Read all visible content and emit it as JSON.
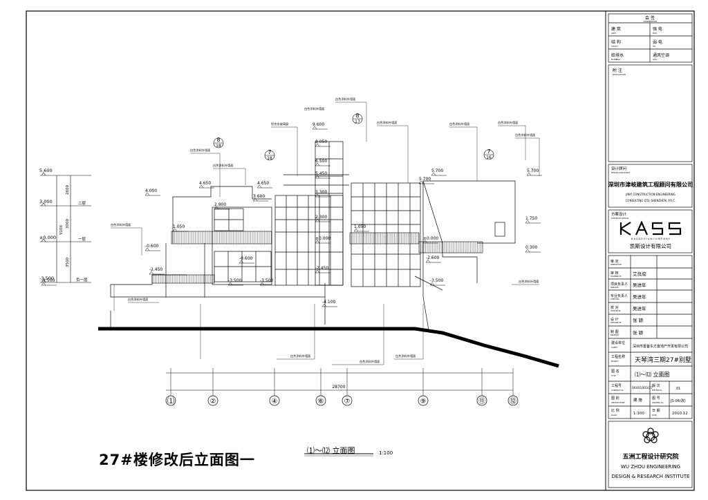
{
  "drawing": {
    "title": "27#楼修改后立面图一",
    "view_label": "⑴～⑿ 立面图",
    "view_scale": "1:100",
    "overall_dimension": "28700"
  },
  "left_levels": [
    {
      "label": "5.600"
    },
    {
      "label": "3.000"
    },
    {
      "label": "±0.000"
    },
    {
      "label": "-3.500"
    }
  ],
  "left_dims": [
    "2600",
    "3000",
    "3500",
    "9100"
  ],
  "left_floor_labels": [
    "二层",
    "一层",
    "负一层"
  ],
  "levels": [
    {
      "label": "9.600"
    },
    {
      "label": "8.050"
    },
    {
      "label": "6.500"
    },
    {
      "label": "5.450"
    },
    {
      "label": "5.700"
    },
    {
      "label": "5.700"
    },
    {
      "label": "5.700"
    },
    {
      "label": "4.650"
    },
    {
      "label": "4.650"
    },
    {
      "label": "4.000"
    },
    {
      "label": "3.600"
    },
    {
      "label": "3.300"
    },
    {
      "label": "2.900"
    },
    {
      "label": "2.300"
    },
    {
      "label": "1.050"
    },
    {
      "label": "1.050"
    },
    {
      "label": "1.750"
    },
    {
      "label": "±0.000"
    },
    {
      "label": "±0.000"
    },
    {
      "label": "-0.600"
    },
    {
      "label": "0.300"
    },
    {
      "label": "-0.600"
    },
    {
      "label": "-2.450"
    },
    {
      "label": "-2.450"
    },
    {
      "label": "-2.600"
    },
    {
      "label": "-3.500"
    },
    {
      "label": "-3.500"
    },
    {
      "label": "-3.500"
    },
    {
      "label": "-3.500"
    },
    {
      "label": "-4.100"
    }
  ],
  "annotations": {
    "paint": "白色涂料外墙面",
    "aluminum": "铝合金玻璃窗"
  },
  "section_marks": [
    {
      "num": "8",
      "sub": "18"
    },
    {
      "num": "7",
      "sub": "18"
    },
    {
      "num": "8",
      "sub": "17"
    },
    {
      "num": "7",
      "sub": "16"
    }
  ],
  "axes": [
    "⑴",
    "②",
    "④",
    "⑥",
    "⑦",
    "⑨",
    "⑪",
    "⑫"
  ],
  "title_block": {
    "countersign": {
      "title": "会 签",
      "title_en": "COORDINATION"
    },
    "sign_rows": [
      {
        "a": "建 筑",
        "a_en": "ARCH.",
        "b": "强 电",
        "b_en": "ELEC."
      },
      {
        "a": "结 构",
        "a_en": "STRUCT.",
        "b": "弱 电",
        "b_en": "TEL."
      },
      {
        "a": "给排水",
        "a_en": "PLUMBING",
        "b": "通风空调",
        "b_en": "HVAC"
      }
    ],
    "notes": {
      "title": "附 注",
      "title_en": "NOTE/CAPTION"
    },
    "consultant": {
      "label": "设计顾问",
      "label_en": "DESIGN CONSULTANT",
      "name": "深圳市津岐建筑工程顾问有限公司",
      "name_en1": "JINYI CONSTRUCTION ENGINEERING",
      "name_en2": "CONSULTING LTD. SHENZHEN, P.R.C."
    },
    "scheme": {
      "label": "方案设计",
      "label_en": "SCHEMATIC DESIGN",
      "company_en": "K A S  D E S I G N  C O M P A N Y",
      "company": "凯斯设计有限公司"
    },
    "approvals": [
      {
        "role": "审 定",
        "role_en": "APPROVED BY",
        "name": ""
      },
      {
        "role": "审 核",
        "role_en": "EXAMINED BY",
        "name": "艾良成"
      },
      {
        "role": "项目负责人",
        "role_en": "MANAGER",
        "name": "吴进年"
      },
      {
        "role": "专业负责人",
        "role_en": "CHIEF ENG.",
        "name": "吴进年"
      },
      {
        "role": "校 对",
        "role_en": "CHECKED BY",
        "name": "吴进年"
      },
      {
        "role": "设 计",
        "role_en": "DESIGNED BY",
        "name": "张 颖"
      },
      {
        "role": "制 图",
        "role_en": "DRAWN BY",
        "name": "张 颖"
      }
    ],
    "client": {
      "label": "建设单位",
      "label_en": "CLIENT",
      "value": "深圳市置备东方置地产开发有限公司"
    },
    "project": {
      "label": "工程名称",
      "label_en": "PROJECT",
      "value": "天琴湾三期27#别墅"
    },
    "drawing_name": {
      "label": "图 名",
      "label_en": "TITLE",
      "value": "⑴～⑿ 立面图"
    },
    "project_no": {
      "label": "工程号",
      "label_en": "CONTRACT No.",
      "value": "06401003/27"
    },
    "edition": {
      "label": "版 次",
      "label_en": "EDITION No.",
      "value": "01"
    },
    "discipline": {
      "label": "图 别",
      "label_en": "ARCHITECTURE",
      "value": "建 施"
    },
    "drawing_no": {
      "label": "图 号",
      "label_en": "DRAWING No.",
      "value": "JS-06(改)"
    },
    "scale": {
      "label": "比 例",
      "label_en": "SCALE",
      "value": "1:100"
    },
    "date": {
      "label": "日 期",
      "label_en": "DATE",
      "value": "2010.12"
    },
    "institute": {
      "name": "五洲工程设计研究院",
      "name_en1": "WU ZHOU ENGINEERING",
      "name_en2": "DESIGN & RESEARCH INSTITUTE"
    }
  }
}
